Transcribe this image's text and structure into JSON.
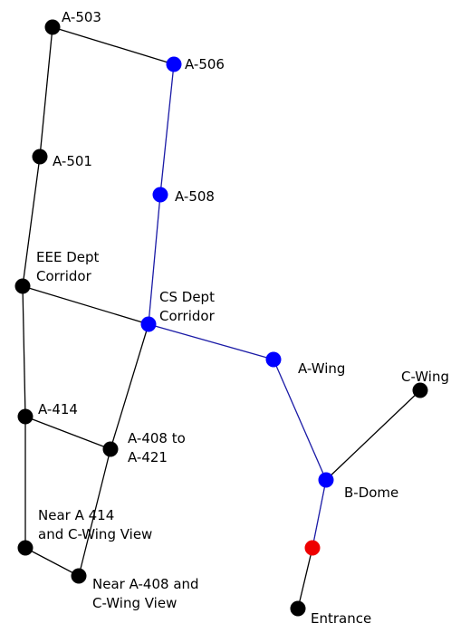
{
  "colors": {
    "background": "#ffffff",
    "edge_default": "#000000",
    "edge_highlight": "#1a1aa6",
    "node_default": "#000000",
    "node_highlight": "#0000ff",
    "node_current": "#ee0000"
  },
  "nodes": [
    {
      "id": "a503",
      "label": [
        "A-503"
      ],
      "kind": "default"
    },
    {
      "id": "a506",
      "label": [
        "A-506"
      ],
      "kind": "highlight"
    },
    {
      "id": "a501",
      "label": [
        "A-501"
      ],
      "kind": "default"
    },
    {
      "id": "a508",
      "label": [
        "A-508"
      ],
      "kind": "highlight"
    },
    {
      "id": "eee",
      "label": [
        "EEE Dept",
        "Corridor"
      ],
      "kind": "default"
    },
    {
      "id": "cs",
      "label": [
        "CS Dept",
        "Corridor"
      ],
      "kind": "highlight"
    },
    {
      "id": "awing",
      "label": [
        "A-Wing"
      ],
      "kind": "highlight"
    },
    {
      "id": "cwing",
      "label": [
        "C-Wing"
      ],
      "kind": "default"
    },
    {
      "id": "a414",
      "label": [
        "A-414"
      ],
      "kind": "default"
    },
    {
      "id": "a408",
      "label": [
        "A-408 to",
        "A-421"
      ],
      "kind": "default"
    },
    {
      "id": "bdome",
      "label": [
        "B-Dome"
      ],
      "kind": "highlight"
    },
    {
      "id": "near414",
      "label": [
        "Near A 414",
        "and C-Wing View"
      ],
      "kind": "default"
    },
    {
      "id": "unnamed",
      "label": [],
      "kind": "current"
    },
    {
      "id": "near408",
      "label": [
        "Near A-408 and",
        "C-Wing View"
      ],
      "kind": "default"
    },
    {
      "id": "entrance",
      "label": [
        "Entrance"
      ],
      "kind": "default"
    }
  ],
  "edges": [
    {
      "from": "a503",
      "to": "a506",
      "kind": "default"
    },
    {
      "from": "a503",
      "to": "a501",
      "kind": "default"
    },
    {
      "from": "a501",
      "to": "eee",
      "kind": "default"
    },
    {
      "from": "a506",
      "to": "a508",
      "kind": "highlight"
    },
    {
      "from": "a508",
      "to": "cs",
      "kind": "highlight"
    },
    {
      "from": "eee",
      "to": "cs",
      "kind": "default"
    },
    {
      "from": "eee",
      "to": "a414",
      "kind": "default"
    },
    {
      "from": "cs",
      "to": "awing",
      "kind": "highlight"
    },
    {
      "from": "cs",
      "to": "a408",
      "kind": "default"
    },
    {
      "from": "awing",
      "to": "bdome",
      "kind": "highlight"
    },
    {
      "from": "cwing",
      "to": "bdome",
      "kind": "default"
    },
    {
      "from": "a414",
      "to": "a408",
      "kind": "default"
    },
    {
      "from": "a414",
      "to": "near414",
      "kind": "default"
    },
    {
      "from": "a408",
      "to": "near408",
      "kind": "default"
    },
    {
      "from": "near414",
      "to": "near408",
      "kind": "default"
    },
    {
      "from": "bdome",
      "to": "unnamed",
      "kind": "highlight"
    },
    {
      "from": "unnamed",
      "to": "entrance",
      "kind": "default"
    }
  ]
}
